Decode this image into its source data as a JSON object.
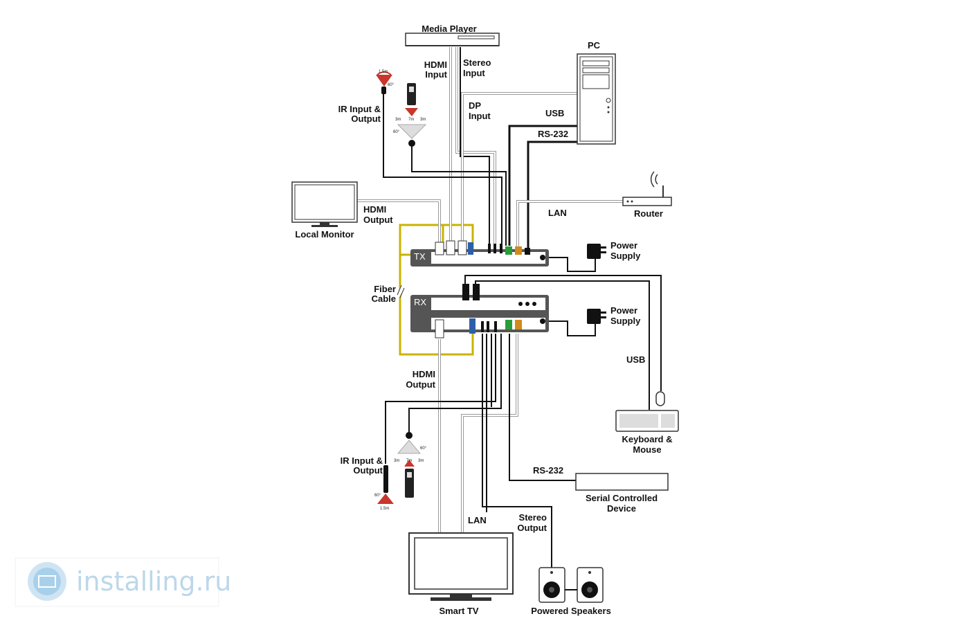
{
  "labels": {
    "media_player": "Media Player",
    "pc": "PC",
    "hdmi_input": [
      "HDMI",
      "Input"
    ],
    "stereo_input": [
      "Stereo",
      "Input"
    ],
    "dp_input": [
      "DP",
      "Input"
    ],
    "usb_top": "USB",
    "rs232_top": "RS-232",
    "ir_top": [
      "IR Input &",
      "Output"
    ],
    "hdmi_output_top": [
      "HDMI",
      "Output"
    ],
    "local_monitor": "Local Monitor",
    "lan_top": "LAN",
    "router": "Router",
    "power_supply_tx": [
      "Power",
      "Supply"
    ],
    "power_supply_rx": [
      "Power",
      "Supply"
    ],
    "fiber_cable": [
      "Fiber",
      "Cable"
    ],
    "tx": "TX",
    "rx": "RX",
    "usb_right": "USB",
    "keyboard_mouse": [
      "Keyboard &",
      "Mouse"
    ],
    "hdmi_output_bottom": [
      "HDMI",
      "Output"
    ],
    "ir_bottom": [
      "IR Input &",
      "Output"
    ],
    "rs232_bottom": "RS-232",
    "serial_device": [
      "Serial Controlled",
      "Device"
    ],
    "lan_bottom": "LAN",
    "stereo_output": [
      "Stereo",
      "Output"
    ],
    "smart_tv": "Smart TV",
    "powered_speakers": "Powered Speakers"
  },
  "ir_top": {
    "distance": "1.5m",
    "angle": "60°",
    "range": [
      "3m",
      "7m",
      "3m"
    ],
    "arc_angle": "60°"
  },
  "ir_bottom": {
    "distance": "1.5m",
    "angle": "60°",
    "range": [
      "3m",
      "7m",
      "3m"
    ],
    "arc_angle": "60°"
  },
  "watermark": "installing.ru",
  "colors": {
    "fiber": "#c9b300",
    "cable_dark": "#111111",
    "cable_light": "#9a9a9a",
    "unit_body": "#555555"
  }
}
